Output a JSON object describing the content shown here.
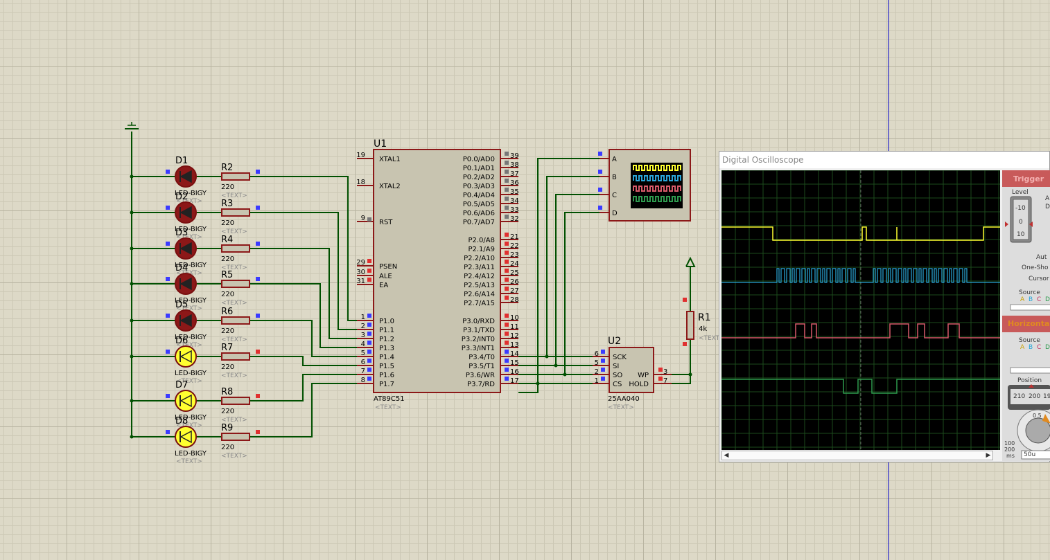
{
  "grid": {
    "blue_marker_line": "#0000c8"
  },
  "colors": {
    "wire": "#005000",
    "component": "#8c1818",
    "body": "#c8c4b0",
    "text": "#000000",
    "pin_blue": "#3b3bff",
    "pin_red": "#e03030"
  },
  "u1": {
    "ref": "U1",
    "part": "AT89C51",
    "text": "<TEXT>",
    "left_pins": [
      {
        "num": "19",
        "name": "XTAL1"
      },
      {
        "num": "18",
        "name": "XTAL2"
      },
      {
        "num": "9",
        "name": "RST"
      },
      {
        "num": "29",
        "name": "PSEN"
      },
      {
        "num": "30",
        "name": "ALE"
      },
      {
        "num": "31",
        "name": "EA"
      },
      {
        "num": "1",
        "name": "P1.0"
      },
      {
        "num": "2",
        "name": "P1.1"
      },
      {
        "num": "3",
        "name": "P1.2"
      },
      {
        "num": "4",
        "name": "P1.3"
      },
      {
        "num": "5",
        "name": "P1.4"
      },
      {
        "num": "6",
        "name": "P1.5"
      },
      {
        "num": "7",
        "name": "P1.6"
      },
      {
        "num": "8",
        "name": "P1.7"
      }
    ],
    "right_pins": [
      {
        "num": "39",
        "name": "P0.0/AD0"
      },
      {
        "num": "38",
        "name": "P0.1/AD1"
      },
      {
        "num": "37",
        "name": "P0.2/AD2"
      },
      {
        "num": "36",
        "name": "P0.3/AD3"
      },
      {
        "num": "35",
        "name": "P0.4/AD4"
      },
      {
        "num": "34",
        "name": "P0.5/AD5"
      },
      {
        "num": "33",
        "name": "P0.6/AD6"
      },
      {
        "num": "32",
        "name": "P0.7/AD7"
      },
      {
        "num": "21",
        "name": "P2.0/A8"
      },
      {
        "num": "22",
        "name": "P2.1/A9"
      },
      {
        "num": "23",
        "name": "P2.2/A10"
      },
      {
        "num": "24",
        "name": "P2.3/A11"
      },
      {
        "num": "25",
        "name": "P2.4/A12"
      },
      {
        "num": "26",
        "name": "P2.5/A13"
      },
      {
        "num": "27",
        "name": "P2.6/A14"
      },
      {
        "num": "28",
        "name": "P2.7/A15"
      },
      {
        "num": "10",
        "name": "P3.0/RXD"
      },
      {
        "num": "11",
        "name": "P3.1/TXD"
      },
      {
        "num": "12",
        "name": "P3.2/INT0"
      },
      {
        "num": "13",
        "name": "P3.3/INT1"
      },
      {
        "num": "14",
        "name": "P3.4/T0"
      },
      {
        "num": "15",
        "name": "P3.5/T1"
      },
      {
        "num": "16",
        "name": "P3.6/WR"
      },
      {
        "num": "17",
        "name": "P3.7/RD"
      }
    ]
  },
  "u2": {
    "ref": "U2",
    "part": "25AA040",
    "text": "<TEXT>",
    "left_pins": [
      {
        "num": "6",
        "name": "SCK"
      },
      {
        "num": "5",
        "name": "SI"
      },
      {
        "num": "2",
        "name": "SO"
      },
      {
        "num": "1",
        "name": "CS"
      }
    ],
    "right_pins": [
      {
        "num": "3",
        "name": "WP"
      },
      {
        "num": "7",
        "name": "HOLD"
      }
    ]
  },
  "r1": {
    "ref": "R1",
    "value": "4k",
    "text": "<TEXT>"
  },
  "scope_symbol": {
    "channels": [
      "A",
      "B",
      "C",
      "D"
    ]
  },
  "led_rows": [
    {
      "led_ref": "D1",
      "led_part": "LED-BIGY",
      "led_text": "<TEXT>",
      "res_ref": "R2",
      "res_value": "220",
      "res_text": "<TEXT>",
      "lit": false
    },
    {
      "led_ref": "D2",
      "led_part": "LED-BIGY",
      "led_text": "<TEXT>",
      "res_ref": "R3",
      "res_value": "220",
      "res_text": "<TEXT>",
      "lit": false
    },
    {
      "led_ref": "D3",
      "led_part": "LED-BIGY",
      "led_text": "<TEXT>",
      "res_ref": "R4",
      "res_value": "220",
      "res_text": "<TEXT>",
      "lit": false
    },
    {
      "led_ref": "D4",
      "led_part": "LED-BIGY",
      "led_text": "<TEXT>",
      "res_ref": "R5",
      "res_value": "220",
      "res_text": "<TEXT>",
      "lit": false
    },
    {
      "led_ref": "D5",
      "led_part": "LED-BIGY",
      "led_text": "<TEXT>",
      "res_ref": "R6",
      "res_value": "220",
      "res_text": "<TEXT>",
      "lit": false
    },
    {
      "led_ref": "D6",
      "led_part": "LED-BIGY",
      "led_text": "<TEXT>",
      "res_ref": "R7",
      "res_value": "220",
      "res_text": "<TEXT>",
      "lit": true
    },
    {
      "led_ref": "D7",
      "led_part": "LED-BIGY",
      "led_text": "<TEXT>",
      "res_ref": "R8",
      "res_value": "220",
      "res_text": "<TEXT>",
      "lit": true
    },
    {
      "led_ref": "D8",
      "led_part": "LED-BIGY",
      "led_text": "<TEXT>",
      "res_ref": "R9",
      "res_value": "220",
      "res_text": "<TEXT>",
      "lit": true
    }
  ],
  "oscilloscope": {
    "title": "Digital Oscilloscope",
    "channel_colors": [
      "#ffff30",
      "#2aa6d8",
      "#d85a6a",
      "#2e9a4e"
    ],
    "screen_bg": "#000000",
    "grid_color": "#1c4a1c",
    "panel": {
      "trigger_label": "Trigger",
      "level_label": "Level",
      "level_ticks": [
        "-10",
        "0",
        "10"
      ],
      "level_side": [
        "A",
        "D"
      ],
      "auto_label": "Aut",
      "one_shot_label": "One-Sho",
      "cursors_label": "Cursor",
      "source_label": "Source",
      "source_channels": [
        "A",
        "B",
        "C",
        "D"
      ],
      "horizontal_label": "Horizonta",
      "h_source_label": "Source",
      "position_label": "Position",
      "position_values": [
        "210",
        "200",
        "19"
      ],
      "knob_top": "0.5",
      "knob_labels": [
        "100",
        "200",
        "ms"
      ],
      "time_value": "50u"
    }
  }
}
